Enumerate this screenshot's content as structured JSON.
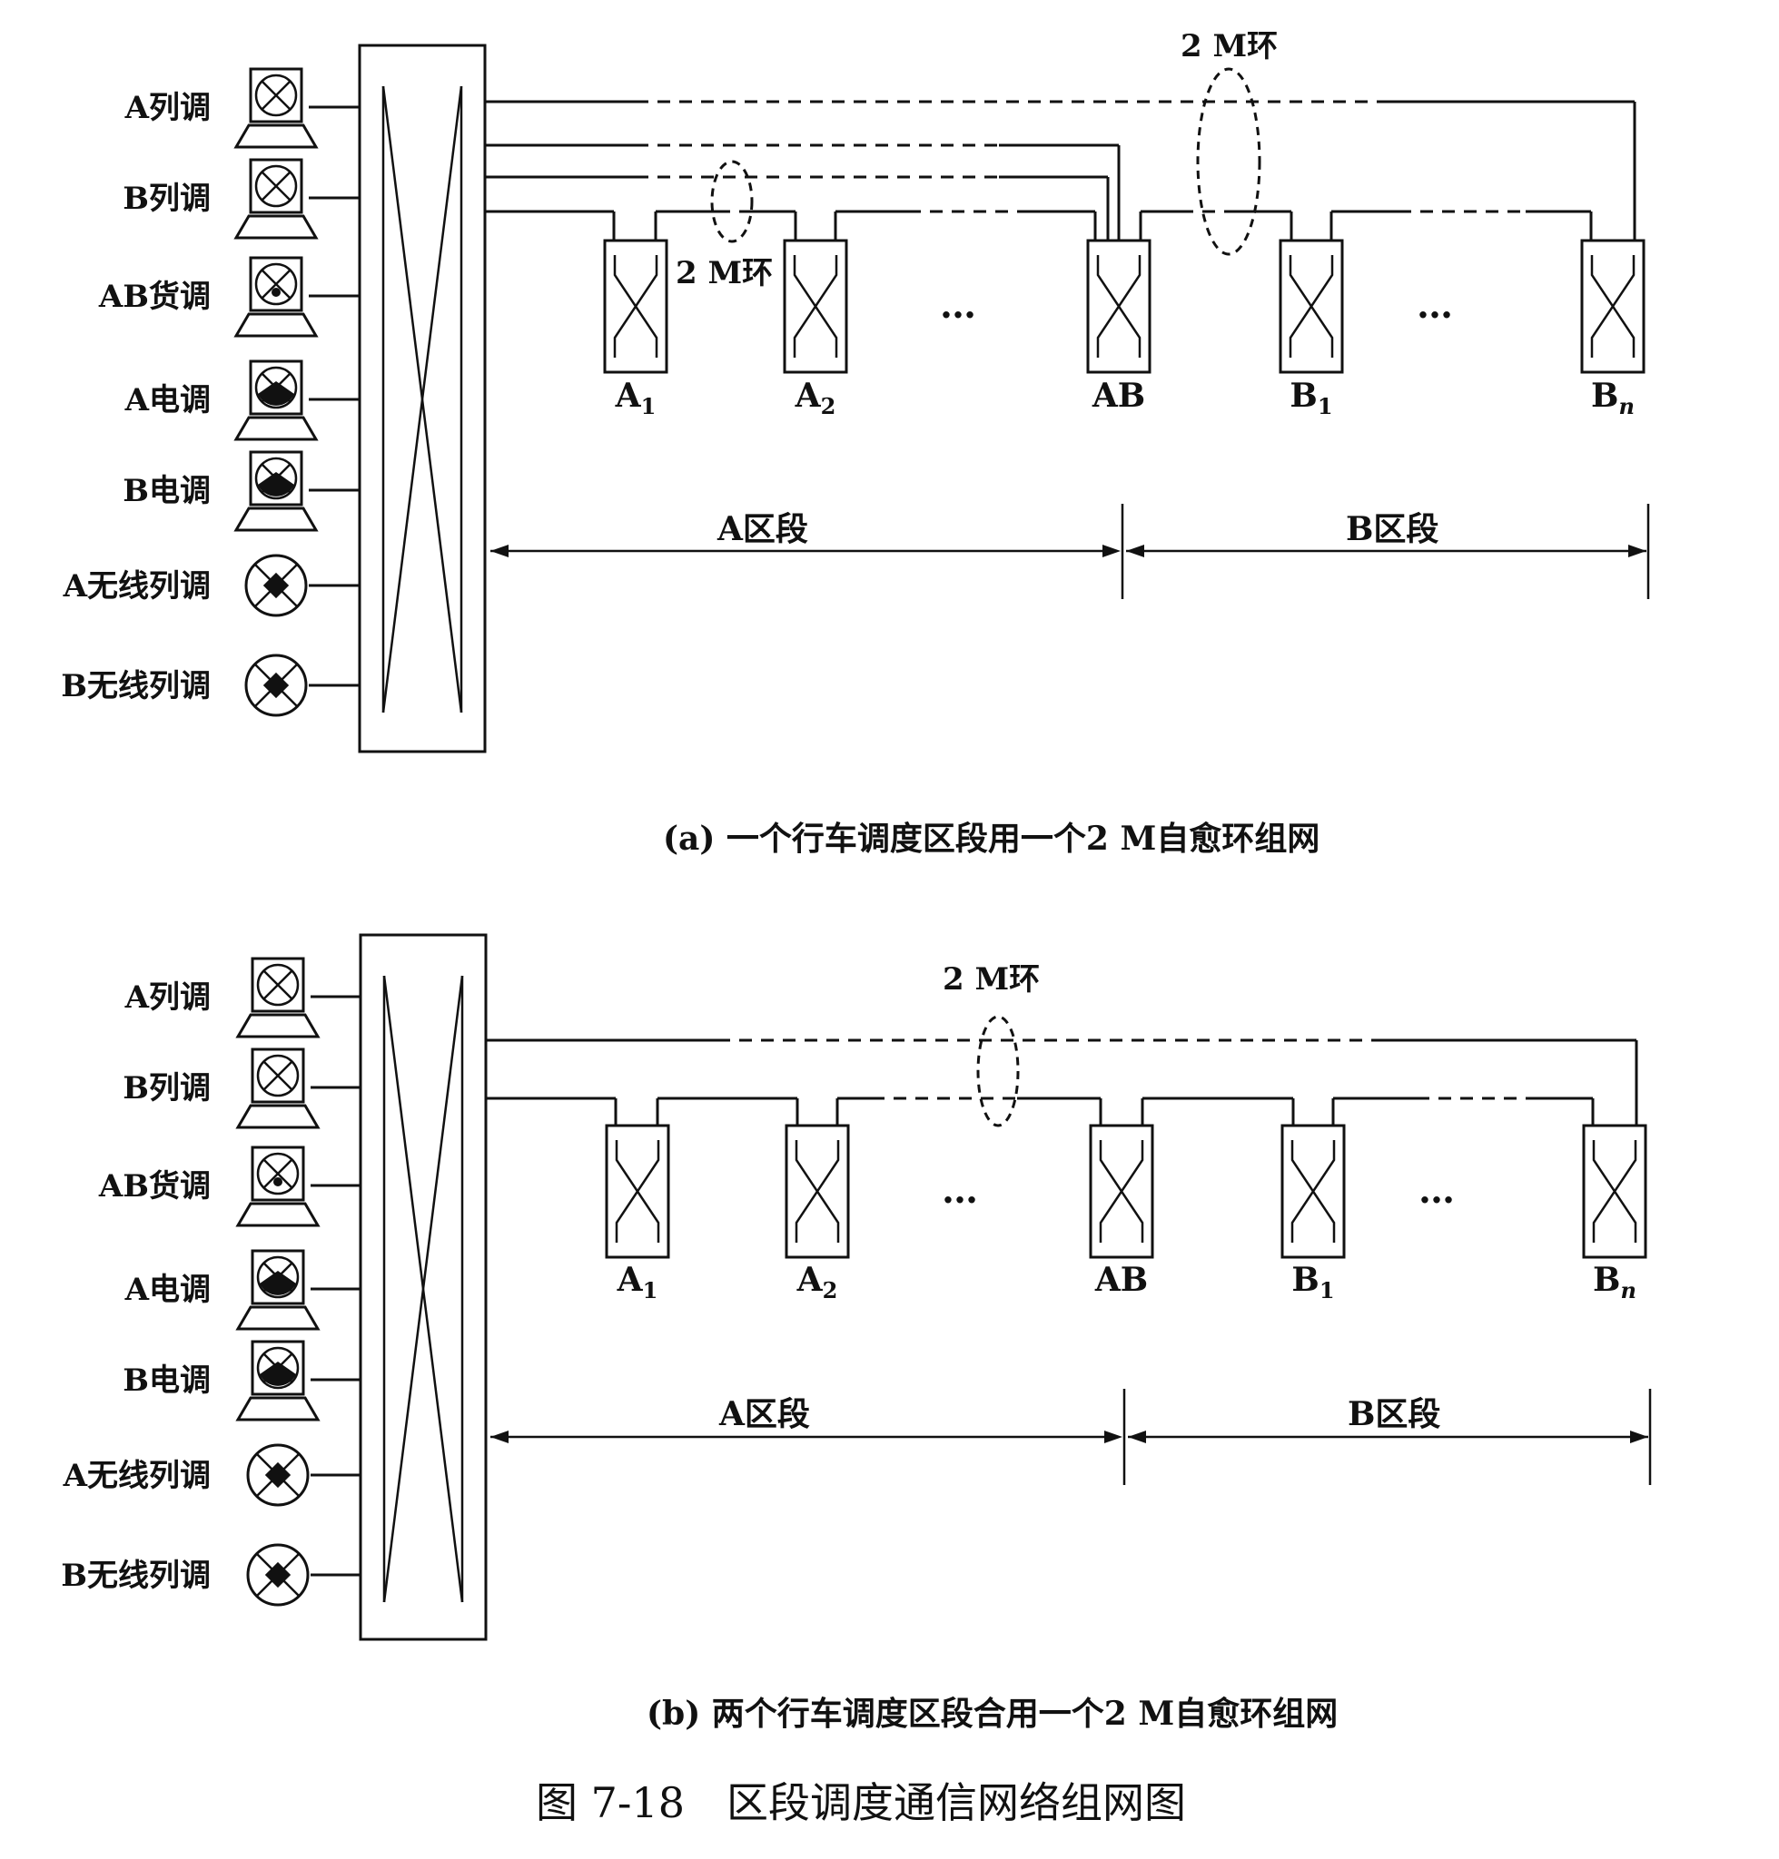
{
  "figure_title": "图 7-18　区段调度通信网络组网图",
  "diagrams": [
    {
      "caption": "(a)  一个行车调度区段用一个2 M自愈环组网",
      "terminals": [
        {
          "label": "A列调",
          "icon": "computer-terminal-icon"
        },
        {
          "label": "B列调",
          "icon": "computer-terminal-icon"
        },
        {
          "label": "AB货调",
          "icon": "computer-terminal-dot-icon"
        },
        {
          "label": "A电调",
          "icon": "computer-terminal-filled-icon"
        },
        {
          "label": "B电调",
          "icon": "computer-terminal-filled-icon"
        },
        {
          "label": "A无线列调",
          "icon": "radio-wheel-icon"
        },
        {
          "label": "B无线列调",
          "icon": "radio-wheel-icon"
        }
      ],
      "nodes": [
        {
          "base": "A",
          "sub": "1"
        },
        {
          "base": "A",
          "sub": "2"
        },
        {
          "base": "AB",
          "sub": ""
        },
        {
          "base": "B",
          "sub": "1"
        },
        {
          "base": "B",
          "sub": "n"
        }
      ],
      "ellipsis": "…",
      "ring_labels": [
        "2 M环",
        "2 M环"
      ],
      "segments": [
        "A区段",
        "B区段"
      ]
    },
    {
      "caption": "(b)  两个行车调度区段合用一个2 M自愈环组网",
      "terminals": [
        {
          "label": "A列调",
          "icon": "computer-terminal-icon"
        },
        {
          "label": "B列调",
          "icon": "computer-terminal-icon"
        },
        {
          "label": "AB货调",
          "icon": "computer-terminal-dot-icon"
        },
        {
          "label": "A电调",
          "icon": "computer-terminal-filled-icon"
        },
        {
          "label": "B电调",
          "icon": "computer-terminal-filled-icon"
        },
        {
          "label": "A无线列调",
          "icon": "radio-wheel-icon"
        },
        {
          "label": "B无线列调",
          "icon": "radio-wheel-icon"
        }
      ],
      "nodes": [
        {
          "base": "A",
          "sub": "1"
        },
        {
          "base": "A",
          "sub": "2"
        },
        {
          "base": "AB",
          "sub": ""
        },
        {
          "base": "B",
          "sub": "1"
        },
        {
          "base": "B",
          "sub": "n"
        }
      ],
      "ellipsis": "…",
      "ring_labels": [
        "2 M环"
      ],
      "segments": [
        "A区段",
        "B区段"
      ]
    }
  ]
}
